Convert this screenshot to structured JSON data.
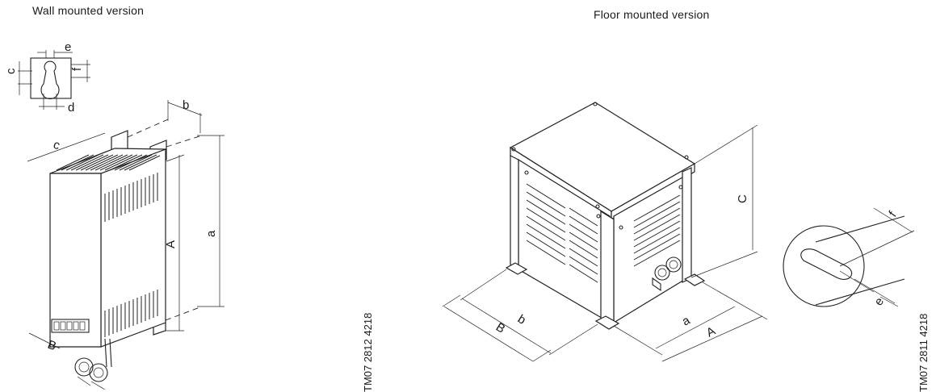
{
  "captions": {
    "wall": "Wall mounted version",
    "floor": "Floor mounted version"
  },
  "codes": {
    "wall": "TM07 2812 4218",
    "floor": "TM07 2811 4218"
  },
  "labels": {
    "wall_detail": {
      "e": "e",
      "c": "c",
      "f": "f",
      "d": "d"
    },
    "wall_main": {
      "b": "b",
      "c": "c",
      "A": "A",
      "a": "a",
      "B": "B"
    },
    "floor_main": {
      "C": "C",
      "b": "b",
      "B": "B",
      "a": "a",
      "A": "A"
    },
    "floor_detail": {
      "f": "f",
      "e": "e"
    }
  }
}
